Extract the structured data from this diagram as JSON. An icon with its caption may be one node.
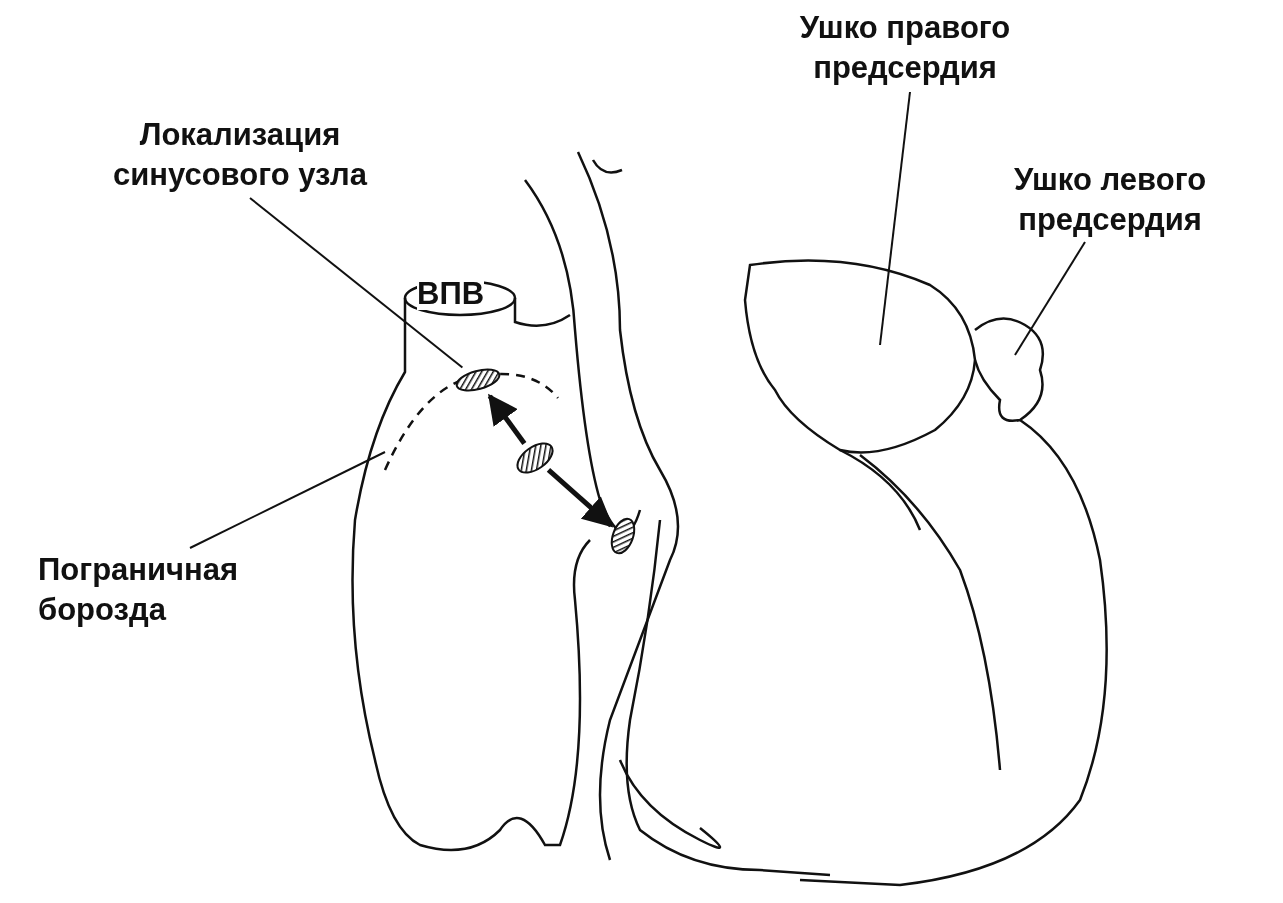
{
  "diagram": {
    "nodes": [
      {
        "text": [
          "Ушко правого предсердия"
        ]
      },
      {
        "text": [
          "Локализация синусового узла"
        ]
      },
      {
        "text": [
          "Ушко левого предсердия"
        ]
      },
      {
        "text": [],
        "shape": "ellipse"
      },
      {
        "text": [],
        "shape": "ellipse"
      },
      {
        "text": [],
        "shape": "ellipse"
      },
      {
        "text": [
          "Пограничная борозда"
        ]
      }
    ],
    "edges": [
      {
        "from": 0,
        "to": null,
        "arrow": "none"
      },
      {
        "from": 1,
        "to": 3,
        "arrow": "none"
      },
      {
        "from": 2,
        "to": null,
        "arrow": "none"
      },
      {
        "from": 4,
        "to": 3,
        "arrow": "to",
        "style": "thick"
      },
      {
        "from": 4,
        "to": 5,
        "arrow": "to",
        "style": "thick"
      },
      {
        "from": 6,
        "to": null,
        "arrow": "none"
      }
    ],
    "labels": [
      "ВПВ"
    ]
  }
}
